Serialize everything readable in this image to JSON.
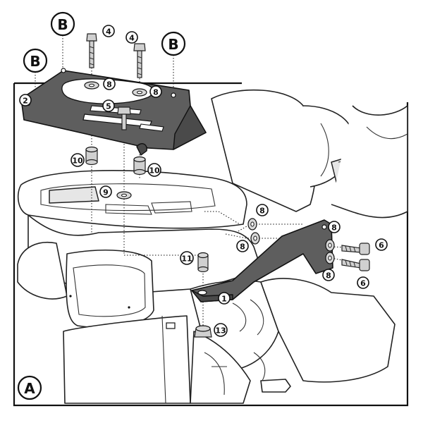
{
  "labels": {
    "view_a": "A",
    "b_top_left": "B",
    "b_top_mid": "B",
    "b_top_right": "B",
    "p1": "1",
    "p2": "2",
    "p4a": "4",
    "p4b": "4",
    "p5": "5",
    "p6a": "6",
    "p6b": "6",
    "p8a": "8",
    "p8b": "8",
    "p8c": "8",
    "p8d": "8",
    "p8e": "8",
    "p8f": "8",
    "p9": "9",
    "p10a": "10",
    "p10b": "10",
    "p11": "11",
    "p13": "13"
  },
  "colors": {
    "plate": "#5e5e5e",
    "line": "#111111",
    "fill_light": "#e6e6e6",
    "background": "#ffffff"
  }
}
